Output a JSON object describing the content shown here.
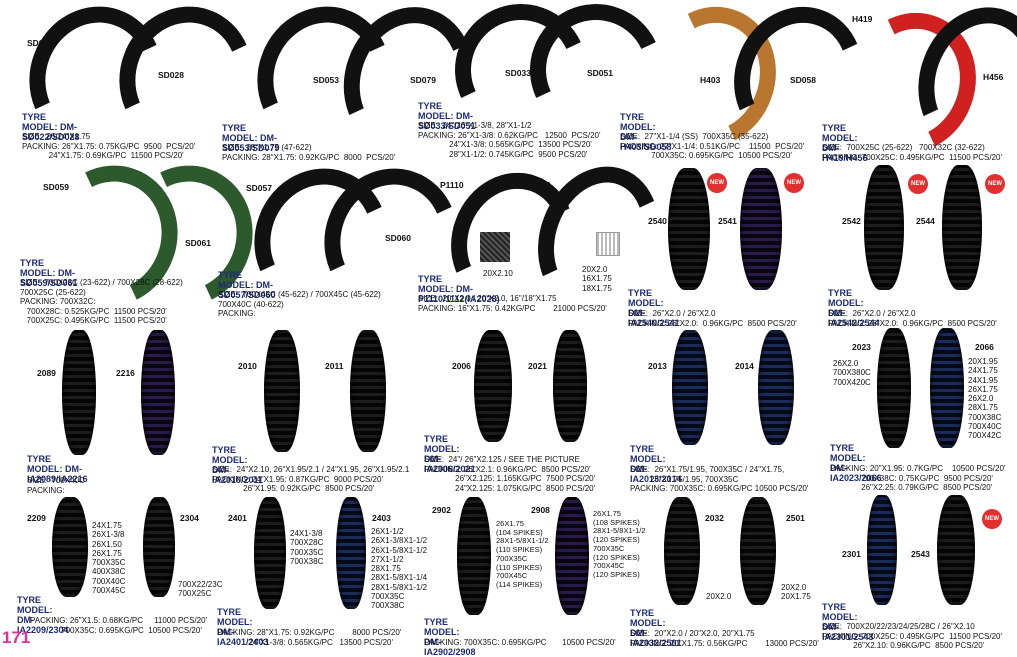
{
  "page_number": "171",
  "new_label": "NEW",
  "tyre_label": "TYRE",
  "blocks": [
    {
      "codes": [
        "SD022",
        "SD028"
      ],
      "model": "MODEL: DM-SD022/SD028",
      "spec": "SIZE:  26/24\"X1.75\nPACKING: 26\"X1.75: 0.75KG/PC  9500  PCS/20'\n            24\"X1.75: 0.69KG/PC  11500 PCS/20'"
    },
    {
      "codes": [
        "SD053",
        "SD079"
      ],
      "model": "MODEL: DM-SD053/SD079",
      "spec": "SIZE:  28\"X1.75 (47-622)\nPACKING: 28\"X1.75: 0.92KG/PC  8000  PCS/20'"
    },
    {
      "codes": [
        "SD033",
        "SD051"
      ],
      "model": "MODEL: DM-SD033/SD051",
      "spec": "SIZE:  24\"/26\"X1-3/8, 28\"X1-1/2\nPACKING: 26\"X1-3/8: 0.62KG/PC   12500  PCS/20'\n              24\"X1-3/8: 0.565KG/PC  13500 PCS/20'\n              28\"X1-1/2: 0.745KG/PC  9500 PCS/20'"
    },
    {
      "codes": [
        "H403",
        "SD058"
      ],
      "model": "MODEL: DM-H403/SD058",
      "spec": "SIZE:  27\"X1-1/4 (SS)  700X35C (35-622)\nPACKING: 27\"X1-1/4: 0.51KG/PC    11500  PCS/20'\n              700X35C: 0.695KG/PC  10500 PCS/20'"
    },
    {
      "codes": [
        "H419",
        "H456"
      ],
      "model": "MODEL: DM-H419/H456",
      "spec": "SIZE:  700X25C (25-622)   700X32C (32-622)\nPACKING: 700X25C: 0.495KG/PC  11500 PCS/20'"
    },
    {
      "codes": [
        "SD059",
        "SD061"
      ],
      "model": "MODEL: DM-SD059/SD061",
      "spec": "SIZE:  700X23C (23-622) / 700X28C (28-622)\n700X25C (25-622)\nPACKING: 700X32C:\n   700X28C: 0.525KG/PC  11500 PCS/20'\n   700X25C: 0.495KG/PC  11500 PCS/20'"
    },
    {
      "codes": [
        "SD057",
        "SD060"
      ],
      "model": "MODEL: DM-SD057/SD060",
      "spec": "SIZE:  700X45C (45-622) / 700X45C (45-622)\n700X40C (40-622)\nPACKING:"
    },
    {
      "codes": [
        "P1110",
        "P1112"
      ],
      "model": "MODEL: DM-P1110/1112(IA2028)",
      "sizes": [
        "20X2.10",
        "20X2.0\n16X1.75\n18X1.75"
      ],
      "spec": "SIZE:  20\"X2.0 / 20\"X2.0, 16\"/18\"X1.75\nPACKING: 16\"X1.75: 0.42KG/PC        21000 PCS/20'"
    },
    {
      "codes": [
        "2540",
        "2541"
      ],
      "model": "MODEL: DM-IA2540/2541",
      "spec": "SIZE:  26\"X2.0 / 26\"X2.0\nPACKING: 26\"X2.0:  0.96KG/PC  8500 PCS/20'"
    },
    {
      "codes": [
        "2542",
        "2544"
      ],
      "model": "MODEL: DM-IA2542/2544",
      "spec": "SIZE:  26\"X2.0 / 26\"X2.0\nPACKING: 26\"X2.0:  0.96KG/PC  8500 PCS/20'"
    },
    {
      "codes": [
        "2089",
        "2216"
      ],
      "model": "MODEL: DM-IA2089/IA2216",
      "spec": "SIZE:  700X40C\nPACKING:"
    },
    {
      "codes": [
        "2010",
        "2011"
      ],
      "model": "MODEL: DM-IA2010/2011",
      "spec": "SIZE:  24\"X2.10, 26\"X1.95/2.1 / 24\"X1.95, 26\"X1.95/2.1\nPACKING: 24\"X1.95: 0.87KG/PC  9000 PCS/20'\n              26\"X1.95: 0.92KG/PC  8500 PCS/20'"
    },
    {
      "codes": [
        "2006",
        "2021"
      ],
      "model": "MODEL: DM-IA2006/2021",
      "spec": "SIZE:  24\"/ 26\"X2.125 / SEE THE PICTURE\nPACKING: 26\"X2.1: 0.96KG/PC  8500 PCS/20'\n              26\"X2.125: 1.165KG/PC  7500 PCS/20'\n              24\"X2.125: 1.075KG/PC  8500 PCS/20'"
    },
    {
      "codes": [
        "2013",
        "2014"
      ],
      "model": "MODEL: DM-IA2013/2014",
      "spec": "SIZE:  26\"X1.75/1.95, 700X35C / 24\"X1.75,\n         26\"X1.75/1.95, 700X35C\nPACKING: 700X35C: 0.695KG/PC 10500 PCS/20'"
    },
    {
      "codes": [
        "2023",
        "2066"
      ],
      "model": "MODEL: DM-IA2023/2066",
      "sizes": [
        "26X2.0\n700X380C\n700X420C",
        "20X1.95\n24X1.75\n24X1.95\n26X1.75\n26X2.0\n28X1.75\n700X38C\n700X40C\n700X42C"
      ],
      "spec": "PACKING: 20\"X1.95: 0.7KG/PC    10500 PCS/20'\n              700X38C: 0.75KG/PC  9500 PCS/20'\n              26\"X2.25: 0.79KG/PC  8500 PCS/20'"
    },
    {
      "codes": [
        "2209",
        "2304"
      ],
      "model": "MODEL: DM-IA2209/2304",
      "sizes": [
        "24X1.75\n26X1-3/8\n26X1.50\n26X1.75\n700X35C\n400X38C\n700X40C\n700X45C",
        "700X22/23C\n700X25C"
      ],
      "spec": "PACKING: 26\"X1.5: 0.68KG/PC     11000 PCS/20'\n              700X35C: 0.695KG/PC  10500 PCS/20'"
    },
    {
      "codes": [
        "2401",
        "2403"
      ],
      "model": "MODEL: DM-IA2401/2403",
      "sizes": [
        "24X1-3/8\n700X28C\n700X35C\n700X38C",
        "26X1-1/2\n26X1-3/8X1-1/2\n26X1-5/8X1-1/2\n27X1-1/2\n28X1.75\n28X1-5/8X1-1/4\n28X1-5/8X1-1/2\n700X35C\n700X38C"
      ],
      "spec": "PACKING: 28\"X1.75: 0.92KG/PC        8000 PCS/20'\n              24\"X1-3/8: 0.565KG/PC   13500 PCS/20'"
    },
    {
      "codes": [
        "2902",
        "2908"
      ],
      "model": "MODEL: DM-IA2902/2908",
      "sizes": [
        "26X1.75\n(104 SPIKES)\n28X1-5/8X1-1/2\n(110 SPIKES)\n700X35C\n(110 SPIKES)\n700X45C\n(114 SPIKES)",
        "26X1.75\n(108 SPIKES)\n28X1-5/8X1-1/2\n(120 SPIKES)\n700X35C\n(120 SPIKES)\n700X45C\n(120 SPIKES)"
      ],
      "spec": "PACKING: 700X35C: 0.695KG/PC       10500 PCS/20'"
    },
    {
      "codes": [
        "2032",
        "2501"
      ],
      "model": "MODEL: DM-IA2032/2501",
      "sizes": [
        "20X2.0",
        "20X2.0\n20X1.75"
      ],
      "spec": "SIZE:  20\"X2.0 / 20\"X2.0, 20\"X1.75\nPACKING: 20\"X1.75: 0.56KG/PC        13000 PCS/20'"
    },
    {
      "codes": [
        "2301",
        "2543"
      ],
      "model": "MODEL: DM-IA2301/2543",
      "spec": "SIZE:  700X20/22/23/24/25/28C / 26\"X2.10\nPACKING: 700X25C: 0.495KG/PC  11500 PCS/20'\n              26\"X2.10: 0.96KG/PC  8500 PCS/20'"
    }
  ]
}
